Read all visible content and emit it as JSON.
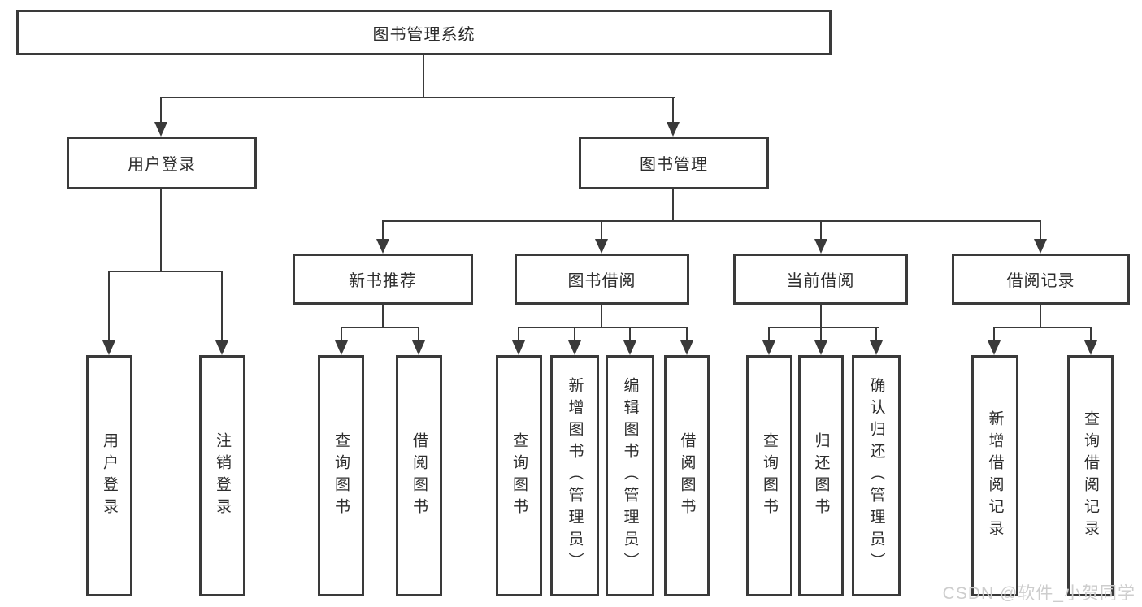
{
  "tree": {
    "label": "图书管理系统",
    "children": [
      {
        "label": "用户登录",
        "children": [
          {
            "label": "用户登录"
          },
          {
            "label": "注销登录"
          }
        ]
      },
      {
        "label": "图书管理",
        "children": [
          {
            "label": "新书推荐",
            "children": [
              {
                "label": "查询图书"
              },
              {
                "label": "借阅图书"
              }
            ]
          },
          {
            "label": "图书借阅",
            "children": [
              {
                "label": "查询图书"
              },
              {
                "label": "新增图书（管理员）"
              },
              {
                "label": "编辑图书（管理员）"
              },
              {
                "label": "借阅图书"
              }
            ]
          },
          {
            "label": "当前借阅",
            "children": [
              {
                "label": "查询图书"
              },
              {
                "label": "归还图书"
              },
              {
                "label": "确认归还（管理员）"
              }
            ]
          },
          {
            "label": "借阅记录",
            "children": [
              {
                "label": "新增借阅记录"
              },
              {
                "label": "查询借阅记录"
              }
            ]
          }
        ]
      }
    ]
  },
  "watermark": {
    "text": "CSDN @软件_小贺同学"
  },
  "colors": {
    "line": "#3a3a3a",
    "text": "#2d2d2d",
    "background": "#ffffff",
    "watermark": "#cdcdcd"
  }
}
